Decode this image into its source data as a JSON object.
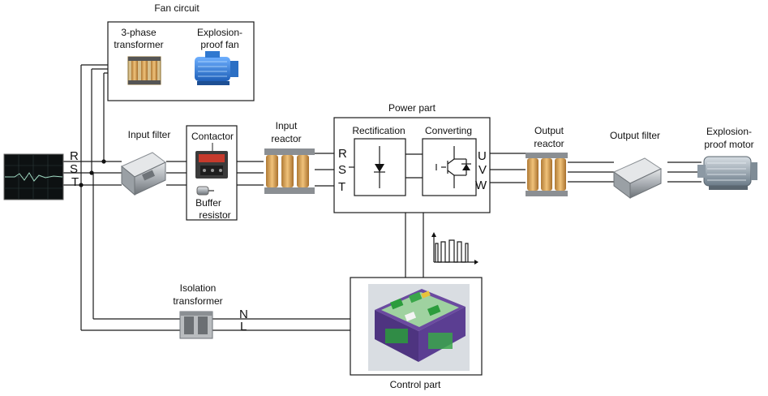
{
  "labels": {
    "fan_circuit": "Fan circuit",
    "transformer_3phase_line1": "3-phase",
    "transformer_3phase_line2": "transformer",
    "fan_line1": "Explosion-",
    "fan_line2": "proof fan",
    "input_filter": "Input filter",
    "contactor": "Contactor",
    "buffer_line1": "Buffer",
    "buffer_line2": "resistor",
    "input_reactor_line1": "Input",
    "input_reactor_line2": "reactor",
    "power_part": "Power part",
    "rectification": "Rectification",
    "converting": "Converting",
    "output_reactor_line1": "Output",
    "output_reactor_line2": "reactor",
    "output_filter": "Output filter",
    "motor_line1": "Explosion-",
    "motor_line2": "proof motor",
    "isolation_line1": "Isolation",
    "isolation_line2": "transformer",
    "control_part": "Control part"
  },
  "phases_in": [
    "R",
    "S",
    "T"
  ],
  "phases_out": [
    "U",
    "V",
    "W"
  ],
  "single_phase": [
    "N",
    "L"
  ]
}
